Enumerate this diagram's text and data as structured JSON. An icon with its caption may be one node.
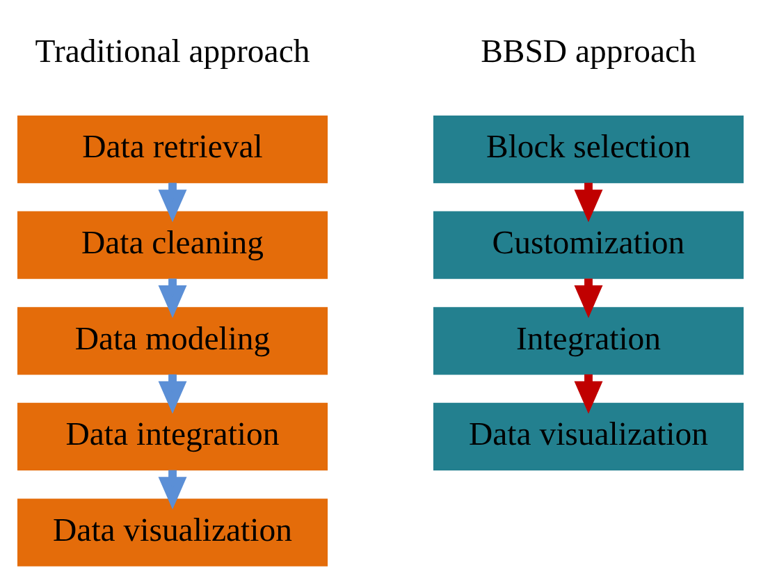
{
  "diagram": {
    "nodes": [
      {
        "text": [
          "Data retrieval"
        ]
      },
      {
        "text": [
          "Data cleaning"
        ]
      },
      {
        "text": [
          "Data modeling"
        ]
      },
      {
        "text": [
          "Data integration"
        ]
      },
      {
        "text": [
          "Data visualization"
        ]
      },
      {
        "text": [
          "Block selection"
        ]
      },
      {
        "text": [
          "Customization"
        ]
      },
      {
        "text": [
          "Integration"
        ]
      },
      {
        "text": [
          "Data visualization"
        ]
      }
    ],
    "edges": [
      {
        "from": 0,
        "to": 1,
        "arrow": "to"
      },
      {
        "from": 1,
        "to": 2,
        "arrow": "to"
      },
      {
        "from": 2,
        "to": 3,
        "arrow": "to"
      },
      {
        "from": 3,
        "to": 4,
        "arrow": "to"
      },
      {
        "from": 5,
        "to": 6,
        "arrow": "to",
        "color": "#c00000"
      },
      {
        "from": 6,
        "to": 7,
        "arrow": "to",
        "color": "#c00000"
      },
      {
        "from": 7,
        "to": 8,
        "arrow": "to",
        "color": "#c00000"
      }
    ],
    "labels": [
      "Traditional approach",
      "BBSD approach"
    ]
  }
}
